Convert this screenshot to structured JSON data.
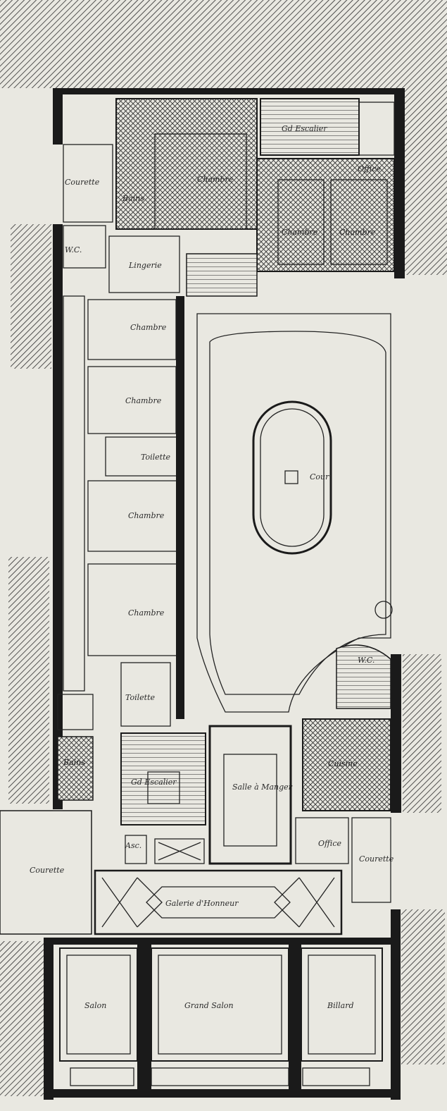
{
  "labels": {
    "courette_top": "Courette",
    "bains_top": "Bains",
    "chambre_top": "Chambre",
    "grand_escalier": "Gd Escalier",
    "chambre_right1": "Chambre",
    "chambre_right2": "Chambre",
    "office": "Office",
    "wc_left": "W.C.",
    "lingerie": "Lingerie",
    "chambre_left1": "Chambre",
    "chambre_left2": "Chambre",
    "toilette1": "Toilette",
    "chambre_left3": "Chambre",
    "chambre_left4": "Chambre",
    "toilette2": "Toilette",
    "cour": "Cour",
    "wc_right": "W.C.",
    "bains_bottom": "Bains",
    "escalier_bottom": "Gd Escalier",
    "salle_a_manger": "Salle à Manger",
    "cuisine": "Cuisine",
    "asc": "Asc.",
    "office_bottom": "Office",
    "courette_left": "Courette",
    "courette_right": "Courette",
    "galerie": "Galerie d'Honneur",
    "salon": "Salon",
    "grand_salon": "Grand Salon",
    "billard": "Billard"
  },
  "colors": {
    "paper": "#e9e8e1",
    "ink": "#1a1a1a",
    "hatch": "#2b2b2b"
  }
}
